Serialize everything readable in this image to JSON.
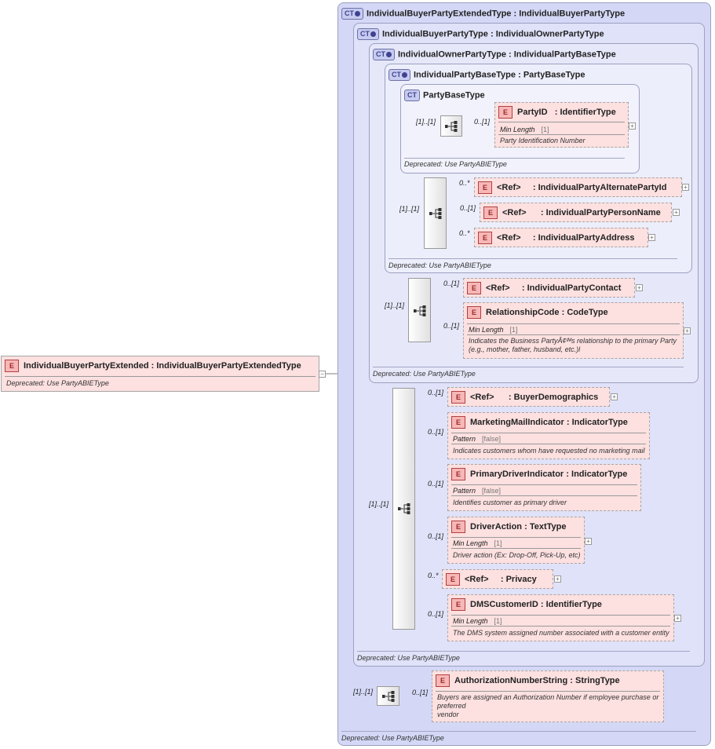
{
  "root": {
    "badge": "E",
    "name": "IndividualBuyerPartyExtended",
    "type": "IndividualBuyerPartyExtendedType",
    "doc": "Deprecated: Use PartyABIEType"
  },
  "types": {
    "extended": {
      "badge": "CT",
      "name": "IndividualBuyerPartyExtendedType",
      "base": "IndividualBuyerPartyType",
      "footer": "Deprecated: Use PartyABIEType"
    },
    "buyer": {
      "badge": "CT",
      "name": "IndividualBuyerPartyType",
      "base": "IndividualOwnerPartyType",
      "footer": "Deprecated: Use PartyABIEType"
    },
    "owner": {
      "badge": "CT",
      "name": "IndividualOwnerPartyType",
      "base": "IndividualPartyBaseType",
      "footer": "Deprecated: Use PartyABIEType"
    },
    "partybase": {
      "badge": "CT",
      "name": "IndividualPartyBaseType",
      "base": "PartyBaseType",
      "footer": "Deprecated: Use PartyABIEType"
    },
    "base": {
      "badge": "CT",
      "name": "PartyBaseType",
      "footer": "Deprecated: Use PartyABIEType"
    }
  },
  "separator": ":",
  "refLabel": "<Ref>",
  "elements": {
    "partyId": {
      "badge": "E",
      "name": "PartyID",
      "type": "IdentifierType",
      "facet": "Min Length",
      "facetValue": "[1]",
      "doc": "Party Identification Number",
      "mult": "0..[1]"
    },
    "alternateId": {
      "badge": "E",
      "name": "IndividualPartyAlternatePartyId",
      "mult": "0..*"
    },
    "personName": {
      "badge": "E",
      "name": "IndividualPartyPersonName",
      "mult": "0..[1]"
    },
    "address": {
      "badge": "E",
      "name": "IndividualPartyAddress",
      "mult": "0..*"
    },
    "contact": {
      "badge": "E",
      "name": "IndividualPartyContact",
      "mult": "0..[1]"
    },
    "relationship": {
      "badge": "E",
      "name": "RelationshipCode",
      "type": "CodeType",
      "facet": "Min Length",
      "facetValue": "[1]",
      "doc1": "Indicates the Business PartyÂ¢ᴵᴹs relationship to the primary Party",
      "doc2": "(e.g., mother, father, husband, etc.)l",
      "mult": "0..[1]"
    },
    "demographics": {
      "badge": "E",
      "name": "BuyerDemographics",
      "mult": "0..[1]"
    },
    "marketing": {
      "badge": "E",
      "name": "MarketingMailIndicator",
      "type": "IndicatorType",
      "facet": "Pattern",
      "facetValue": "[false]",
      "doc": "Indicates customers whom have requested no marketing mail",
      "mult": "0..[1]"
    },
    "primaryDriver": {
      "badge": "E",
      "name": "PrimaryDriverIndicator",
      "type": "IndicatorType",
      "facet": "Pattern",
      "facetValue": "[false]",
      "doc": "Identifies customer as primary driver",
      "mult": "0..[1]"
    },
    "driverAction": {
      "badge": "E",
      "name": "DriverAction",
      "type": "TextType",
      "facet": "Min Length",
      "facetValue": "[1]",
      "doc": "Driver action (Ex: Drop-Off, Pick-Up, etc)",
      "mult": "0..[1]"
    },
    "privacy": {
      "badge": "E",
      "name": "Privacy",
      "mult": "0..*"
    },
    "dms": {
      "badge": "E",
      "name": "DMSCustomerID",
      "type": "IdentifierType",
      "facet": "Min Length",
      "facetValue": "[1]",
      "doc": "The DMS system assigned number associated with a customer entity",
      "mult": "0..[1]"
    },
    "authorization": {
      "badge": "E",
      "name": "AuthorizationNumberString",
      "type": "StringType",
      "doc1": "Buyers are assigned an Authorization Number if employee purchase or",
      "doc2": "preferred",
      "doc3": "vendor",
      "mult": "0..[1]"
    }
  },
  "sequences": {
    "base": {
      "mult": "[1]..[1]"
    },
    "partybase": {
      "mult": "[1]..[1]"
    },
    "owner": {
      "mult": "[1]..[1]"
    },
    "buyer": {
      "mult": "[1]..[1]"
    },
    "extended": {
      "mult": "[1]..[1]"
    }
  },
  "icons": {
    "expander": "plus-expander-icon",
    "sequence": "sequence-compositor-icon"
  }
}
